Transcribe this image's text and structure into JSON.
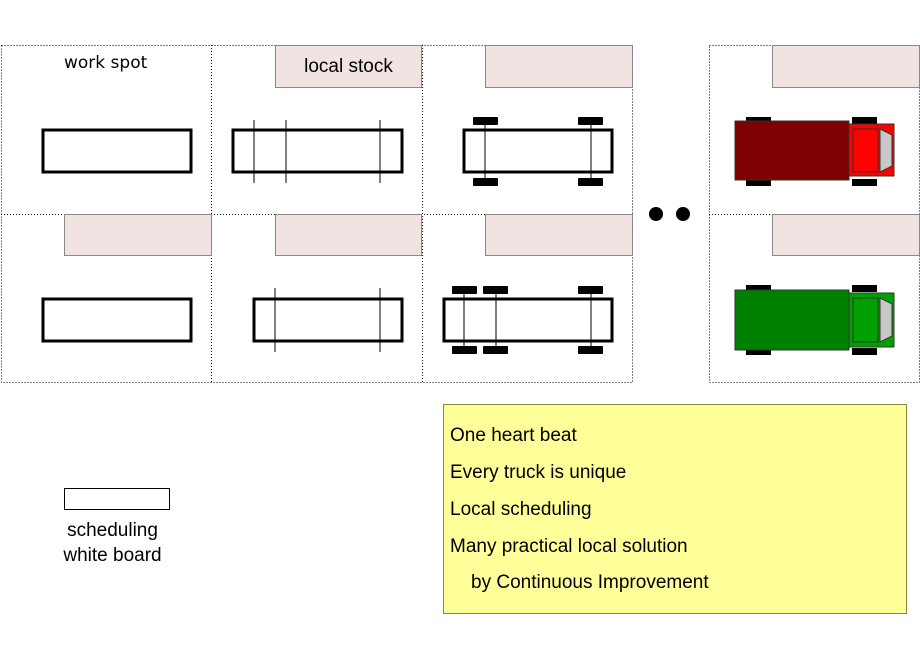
{
  "labels": {
    "work_spot": "work spot",
    "local_stock": "local stock"
  },
  "legend": {
    "line1": "scheduling",
    "line2": "white board"
  },
  "note": {
    "lines": [
      "One heart beat",
      "Every truck is unique",
      "Local scheduling",
      "Many practical local solution",
      "by Continuous Improvement"
    ]
  },
  "colors": {
    "stock_fill": "#f2e3e3",
    "note_fill": "#ffff99",
    "truck_red_cargo": "#7f0000",
    "truck_red_cab": "#ff0000",
    "truck_green_cargo": "#008000",
    "truck_green_cab": "#00a000",
    "window": "#c8c8c8"
  }
}
